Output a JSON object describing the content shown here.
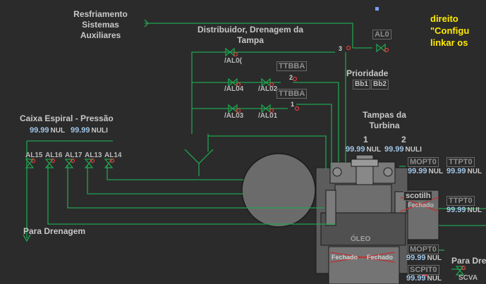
{
  "headers": {
    "resfriamento": [
      "Resfriamento",
      "Sistemas",
      "Auxiliares"
    ],
    "distribuidor": [
      "Distribuidor, Drenagem da",
      "Tampa"
    ],
    "prioridade": "Prioridade",
    "caixa_espiral": "Caixa Espiral - Pressão",
    "tampas_turbina": [
      "Tampas da",
      "Turbina"
    ],
    "para_drenagem": "Para Drenagem",
    "para_drenagem_right": "Para Dre"
  },
  "yellow_note": [
    "direito",
    "\"Configu",
    "linkar os"
  ],
  "valves": {
    "al0_top": "AL0",
    "dist_row1": "/AL0(",
    "dist_row2_left": "/AL04",
    "dist_row2_right": "/AL02",
    "dist_row3_left": "/AL03",
    "dist_row3_right": "/AL01",
    "node_top": "3",
    "node_mid": "2",
    "node_bottom": "1",
    "ttbba_1": "TTBBA",
    "ttbba_2": "TTBBA",
    "prioridade_a": "Bb1",
    "prioridade_b": "Bb2",
    "espiral": [
      "AL15",
      "AL16",
      "AL17",
      "AL13",
      "AL14"
    ],
    "right_valve": "SCVA"
  },
  "caixa_values": [
    {
      "value": "99.99",
      "unit": "NUL"
    },
    {
      "value": "99.99",
      "unit": "NULI"
    }
  ],
  "tampas": {
    "col1": "1",
    "col2": "2",
    "values": [
      {
        "value": "99.99",
        "unit": "NUL"
      },
      {
        "value": "99.99",
        "unit": "NULI"
      }
    ]
  },
  "right_panel": {
    "mopt0": "MOPT0",
    "ttpt0": "TTPT0",
    "mopt0_value": {
      "value": "99.99",
      "unit": "NUL"
    },
    "ttpt0_value": {
      "value": "99.99",
      "unit": "NUL"
    },
    "scotilh": "scotilh",
    "fechado": "Fechado",
    "ttpt0_b": "TTPT0",
    "ttpt0_b_value": {
      "value": "99.99",
      "unit": "NUL"
    },
    "mopt0_b": "MOPT0",
    "mopt0_b_value": {
      "value": "99.99",
      "unit": "NUL"
    },
    "scpit0": "SCPIT0",
    "scpit0_value": {
      "value": "99.99",
      "unit": "NUL"
    },
    "bottom_fechado_1": "Fechado",
    "bottom_fechado_2": "Fechado",
    "bottom_label": "ÓLEO"
  },
  "colors": {
    "background": "#2b2b2b",
    "pipe": "#1fa34f",
    "machine": "#6b6b6b",
    "highlight_yellow": "#ffea00",
    "value_blue": "#9fc4e6"
  }
}
